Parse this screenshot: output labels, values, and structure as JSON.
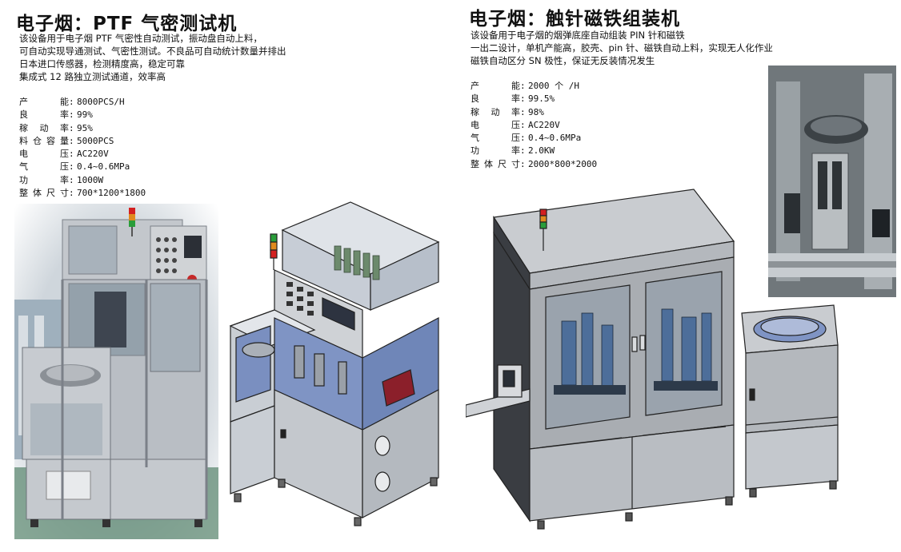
{
  "left_section": {
    "title": "电子烟：PTF 气密测试机",
    "description": [
      "该设备用于电子烟 PTF 气密性自动测试，振动盘自动上料，",
      "可自动实现导通测试、气密性测试。不良品可自动统计数量并排出",
      "日本进口传感器，检测精度高，稳定可靠",
      "集成式 12 路独立测试通道，效率高"
    ],
    "specs": [
      {
        "label": "产能",
        "value": "8000PCS/H"
      },
      {
        "label": "良率",
        "value": "99%"
      },
      {
        "label": "稼动率",
        "value": "95%"
      },
      {
        "label": "料仓容量",
        "value": "5000PCS"
      },
      {
        "label": "电压",
        "value": "AC220V"
      },
      {
        "label": "气压",
        "value": "0.4~0.6MPa"
      },
      {
        "label": "功率",
        "value": "1000W"
      },
      {
        "label": "整体尺寸",
        "value": "700*1200*1800"
      }
    ]
  },
  "right_section": {
    "title": "电子烟：触针磁铁组装机",
    "description": [
      "该设备用于电子烟的烟弹底座自动组装 PIN 针和磁铁",
      "一出二设计，单机产能高，胶壳、pin 针、磁铁自动上料，实现无人化作业",
      "磁铁自动区分 SN 极性，保证无反装情况发生"
    ],
    "specs": [
      {
        "label": "产能",
        "value": "2000 个 /H"
      },
      {
        "label": "良率",
        "value": "99.5%"
      },
      {
        "label": "稼动率",
        "value": "98%"
      },
      {
        "label": "电压",
        "value": "AC220V"
      },
      {
        "label": "气压",
        "value": "0.4~0.6MPa"
      },
      {
        "label": "功率",
        "value": "2.0KW"
      },
      {
        "label": "整体尺寸",
        "value": "2000*800*2000"
      }
    ]
  },
  "colors": {
    "machine_frame": "#b8bcc2",
    "machine_dark": "#3a3d42",
    "cad_line": "#222222",
    "cad_glass": "#6f86b8",
    "cad_panel": "#cfd2d6",
    "tower_red": "#d32020",
    "tower_green": "#2a9d3a",
    "tower_orange": "#e08a1e"
  },
  "images": {
    "left_photo": "ptf-tester-photo",
    "left_cad": "ptf-tester-cad-render",
    "right_cad": "pin-magnet-assembler-cad-render",
    "right_photo": "assembler-closeup-photo"
  }
}
